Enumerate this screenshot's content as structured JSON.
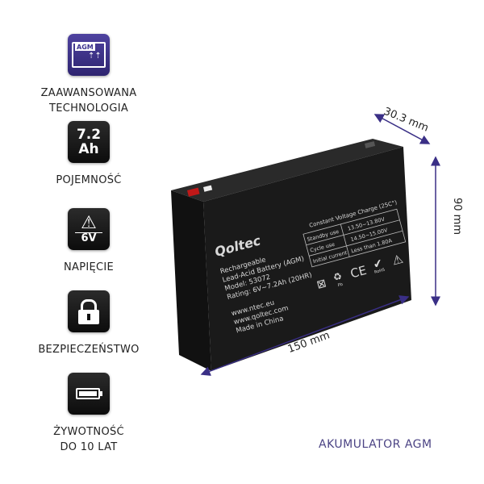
{
  "features": [
    {
      "icon": "agm-battery-icon",
      "icon_text": "AGM",
      "label_lines": [
        "ZAAWANSOWANA",
        "TECHNOLOGIA"
      ]
    },
    {
      "icon": "capacity-icon",
      "icon_text": [
        "7.2",
        "Ah"
      ],
      "label_lines": [
        "POJEMNOŚĆ"
      ]
    },
    {
      "icon": "voltage-warning-icon",
      "icon_text": "6V",
      "label_lines": [
        "NAPIĘCIE"
      ]
    },
    {
      "icon": "padlock-icon",
      "label_lines": [
        "BEZPIECZEŃSTWO"
      ]
    },
    {
      "icon": "battery-level-icon",
      "label_lines": [
        "ŻYWOTNOŚĆ",
        "DO 10 LAT"
      ]
    }
  ],
  "dimensions": {
    "depth": "30.3 mm",
    "height": "90 mm",
    "length": "150 mm"
  },
  "battery": {
    "brand": "Qoltec",
    "desc_lines": [
      "Rechargeable",
      "Lead-Acid Battery (AGM)",
      "Model: 53072",
      "Rating: 6V~7.2Ah (20HR)"
    ],
    "web_lines": [
      "www.ntec.eu",
      "www.qoltec.com",
      "Made in China"
    ],
    "table_title": "Constant Voltage Charge (25C°)",
    "table": [
      [
        "Standby use",
        "13.50~13.80V"
      ],
      [
        "Cycle use",
        "14.50~15.00V"
      ],
      [
        "Initial current",
        "Less than 1.80A"
      ]
    ],
    "marks": {
      "pb": "Pb",
      "ce": "CE",
      "rohs": "RoHS"
    }
  },
  "title": "AKUMULATOR AGM",
  "colors": {
    "accent": "#3d3390",
    "arrow": "#3a2f86",
    "title": "#4b4384"
  }
}
